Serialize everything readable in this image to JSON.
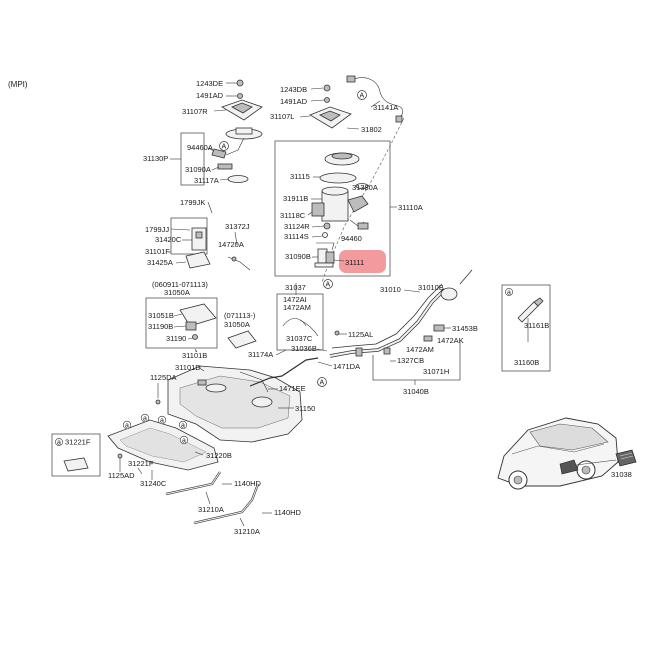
{
  "variant_label": "(MPI)",
  "ref_marker_A": "A",
  "ref_marker_a": "a",
  "highlight_color": "#e8474a",
  "parts": {
    "p1243DE": "1243DE",
    "p1491AD_l": "1491AD",
    "p31107R": "31107R",
    "p1243DB": "1243DB",
    "p1491AD_r": "1491AD",
    "p31107L": "31107L",
    "p31141A": "31141A",
    "p31802": "31802",
    "p94460A": "94460A",
    "p31130P": "31130P",
    "p31090A": "31090A",
    "p31117A": "31117A",
    "p31115": "31115",
    "p31380A": "31380A",
    "p31911B": "31911B",
    "p31110A": "31110A",
    "p31118C": "31118C",
    "p31124R": "31124R",
    "p31114S": "31114S",
    "p94460": "94460",
    "p31090B": "31090B",
    "p31111": "31111",
    "p1799JK": "1799JK",
    "p31372J": "31372J",
    "p1799JJ": "1799JJ",
    "p31420C": "31420C",
    "p14720A": "14720A",
    "p31101F": "31101F",
    "p31425A": "31425A",
    "p31037": "31037",
    "p31010": "31010",
    "p31010B": "31010B",
    "p060911": "(060911-071113)",
    "p31050A_a": "31050A",
    "p1472AI": "1472AI",
    "p1472AM_a": "1472AM",
    "p071113": "(071113-)",
    "p31050A_b": "31050A",
    "p31051B": "31051B",
    "p31190B": "31190B",
    "p31190": "31190",
    "p31037C": "31037C",
    "p31036B": "31036B",
    "p1125AL": "1125AL",
    "p31453B": "31453B",
    "p1472AK": "1472AK",
    "p1472AM_b": "1472AM",
    "p1327CB": "1327CB",
    "p31174A": "31174A",
    "p1471DA": "1471DA",
    "p31071H": "31071H",
    "p31101B": "31101B",
    "p31101D": "31101D",
    "p1125DA": "1125DA",
    "p1471EE": "1471EE",
    "p31040B": "31040B",
    "p31150": "31150",
    "p31161B": "31161B",
    "p31160B": "31160B",
    "p31221F_box": "31221F",
    "p31221F": "31221F",
    "p31220B": "31220B",
    "p1125AD": "1125AD",
    "p31240C": "31240C",
    "p1140HD_a": "1140HD",
    "p31210A_a": "31210A",
    "p1140HD_b": "1140HD",
    "p31210A_b": "31210A",
    "p31038": "31038"
  }
}
